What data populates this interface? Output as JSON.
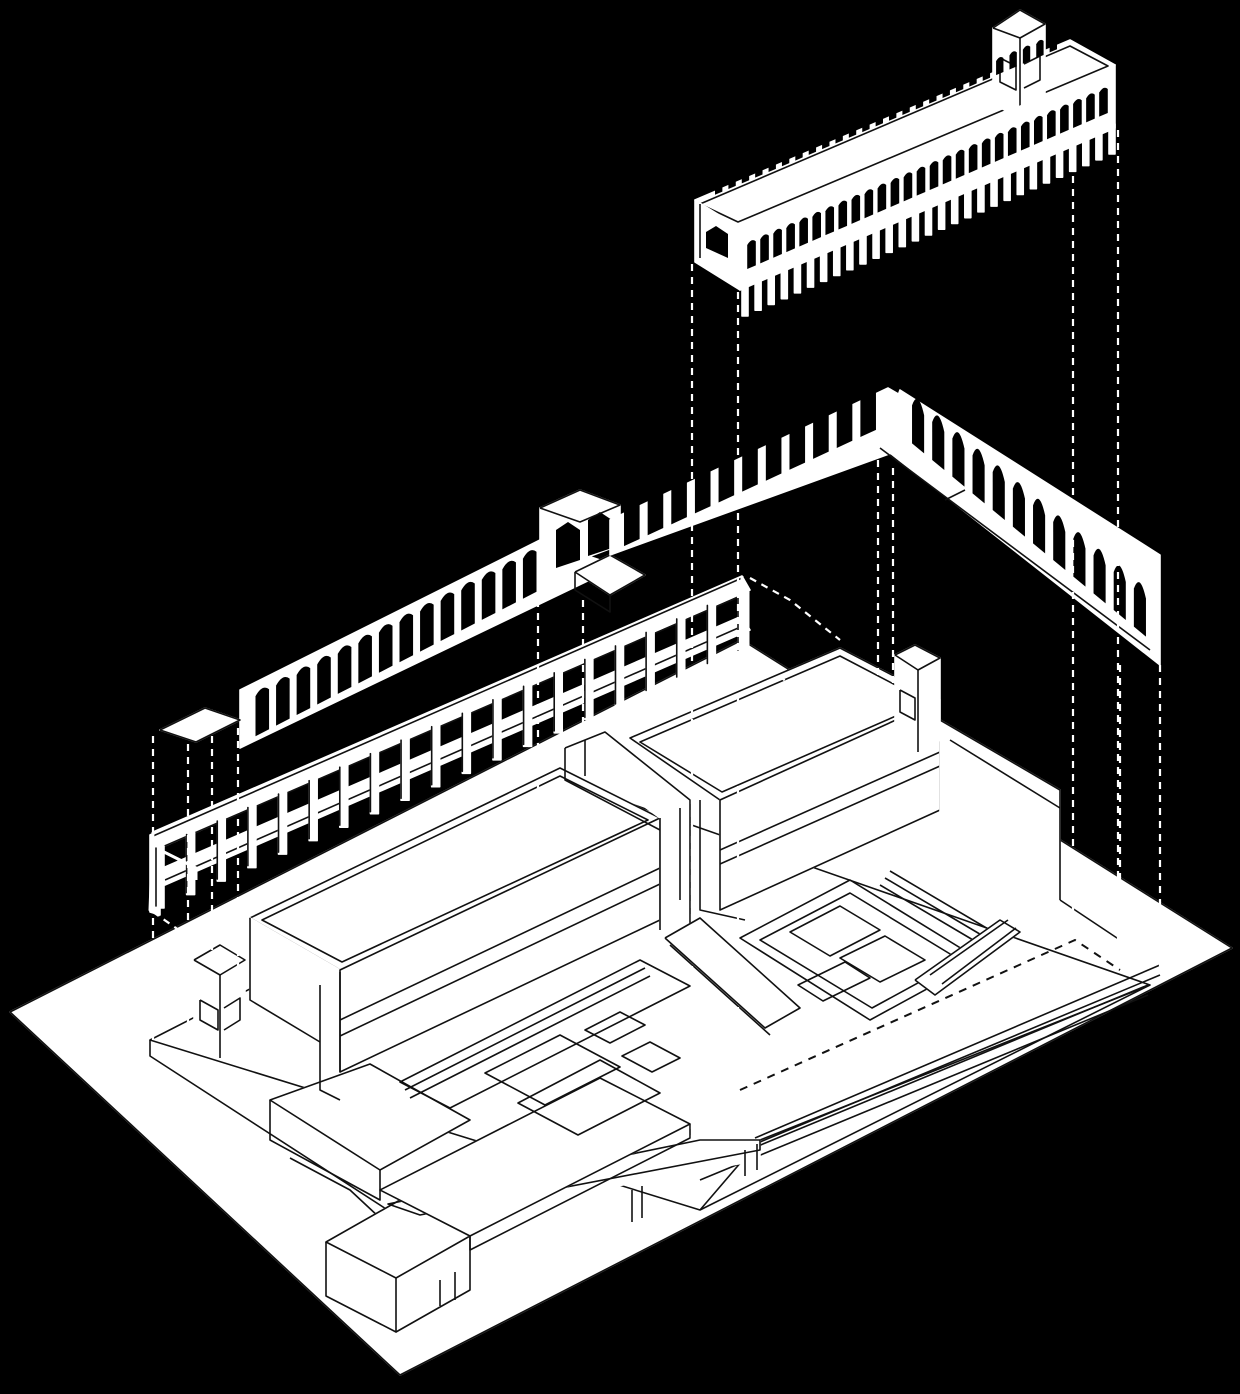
{
  "diagram": {
    "kind": "exploded-axonometric",
    "background": "#000000",
    "line_color": "#ffffff",
    "fill_color": "#ffffff",
    "layers": [
      {
        "id": "top-arcaded-loggia",
        "kind": "arched-gallery-with-tower"
      },
      {
        "id": "middle-arcade-wall",
        "kind": "l-shaped-arcade"
      },
      {
        "id": "colonnade-frame",
        "kind": "column-grid-beam"
      },
      {
        "id": "base-building",
        "kind": "building-mass-on-site-plinth"
      }
    ],
    "connectors": "dashed-vertical-alignment-lines",
    "text": []
  }
}
